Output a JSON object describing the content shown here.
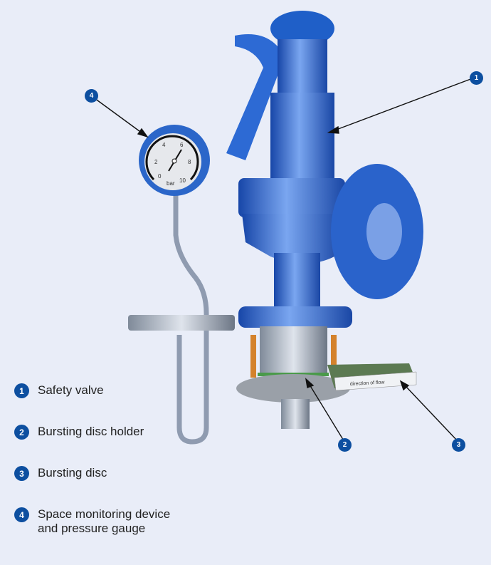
{
  "legend": [
    {
      "number": "1",
      "label": "Safety valve"
    },
    {
      "number": "2",
      "label": "Bursting disc holder"
    },
    {
      "number": "3",
      "label": "Bursting disc"
    },
    {
      "number": "4",
      "label_line1": "Space monitoring device",
      "label_line2": "and pressure gauge"
    }
  ],
  "callouts": [
    "1",
    "2",
    "3",
    "4"
  ],
  "gauge": {
    "ticks": [
      "0",
      "2",
      "4",
      "6",
      "8",
      "10"
    ],
    "unit": "bar"
  },
  "disc_label": "direction of flow",
  "colors": {
    "valve_blue": "#1f5fc8",
    "badge_blue": "#0d4fa0",
    "background": "#e9edf8"
  }
}
